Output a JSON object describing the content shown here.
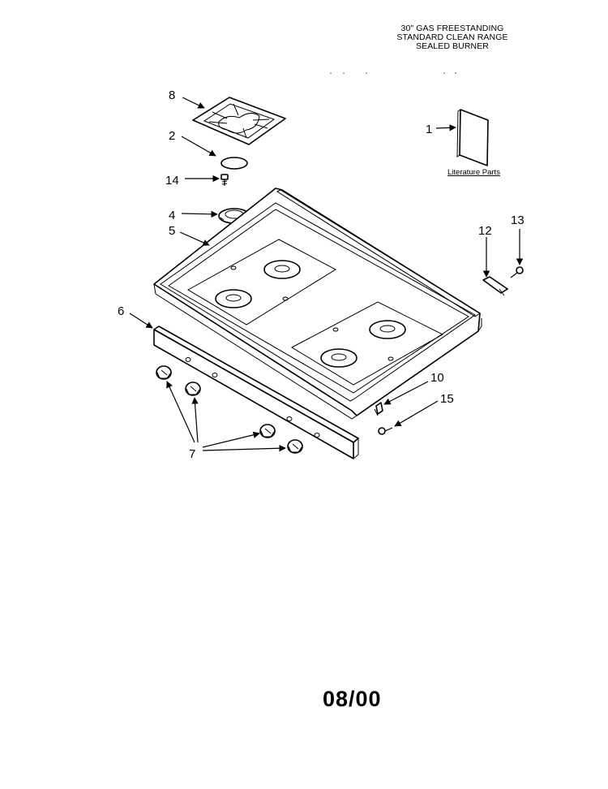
{
  "header": {
    "line1": "30\" GAS FREESTANDING",
    "line2": "STANDARD CLEAN RANGE",
    "line3": "SEALED BURNER"
  },
  "footer": {
    "date": "08/00"
  },
  "literature": {
    "label": "Literature Parts"
  },
  "callouts": {
    "c1": "1",
    "c2": "2",
    "c4": "4",
    "c5": "5",
    "c6": "6",
    "c7": "7",
    "c8": "8",
    "c10": "10",
    "c12": "12",
    "c13": "13",
    "c14": "14",
    "c15": "15"
  }
}
